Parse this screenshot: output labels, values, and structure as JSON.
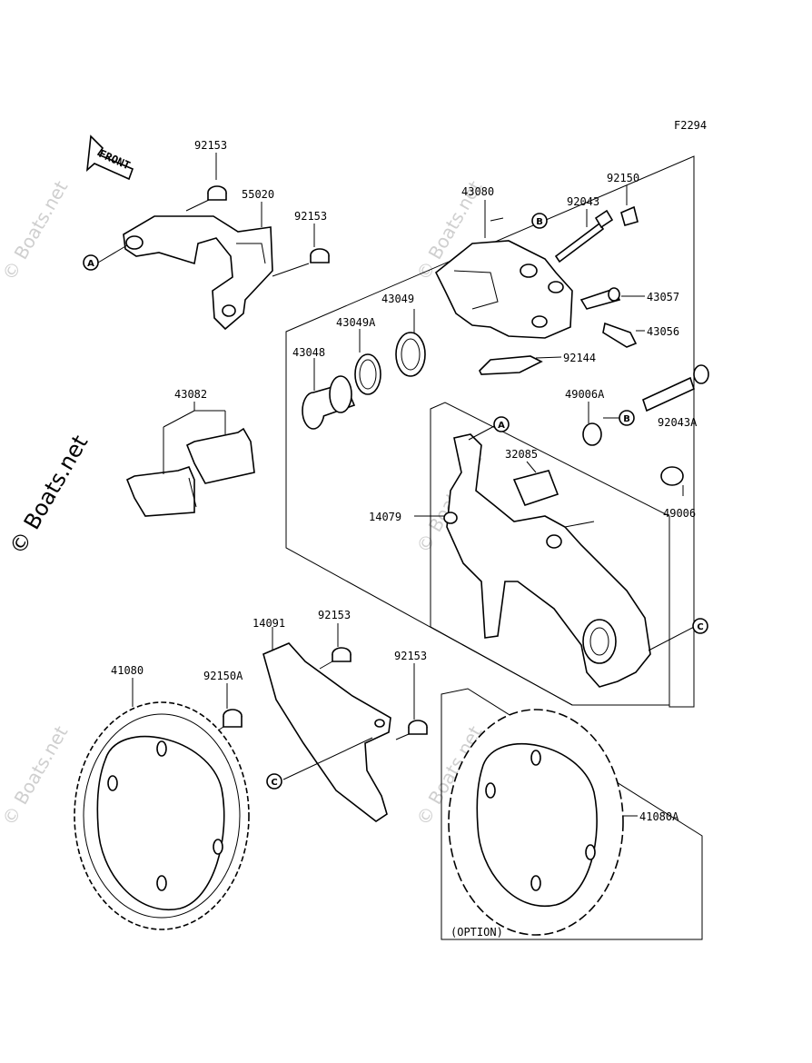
{
  "figure_code": "F2294",
  "front_arrow_label": "FRONT",
  "option_label": "(OPTION)",
  "watermark_main": "© Boats.net",
  "watermark_faint": "© Boats.net",
  "callout_letters": {
    "a": "A",
    "b": "B",
    "c": "C"
  },
  "parts": {
    "p92153_top": "92153",
    "p55020": "55020",
    "p92153_right": "92153",
    "p43080": "43080",
    "p92150": "92150",
    "p92043": "92043",
    "p43057": "43057",
    "p43056": "43056",
    "p43049": "43049",
    "p43049A": "43049A",
    "p43048": "43048",
    "p92144": "92144",
    "p43082": "43082",
    "p49006A": "49006A",
    "p92043A": "92043A",
    "p32085": "32085",
    "p14079": "14079",
    "p49006": "49006",
    "p14091": "14091",
    "p92153_lower1": "92153",
    "p92153_lower2": "92153",
    "p41080": "41080",
    "p92150A": "92150A",
    "p41080A": "41080A"
  }
}
